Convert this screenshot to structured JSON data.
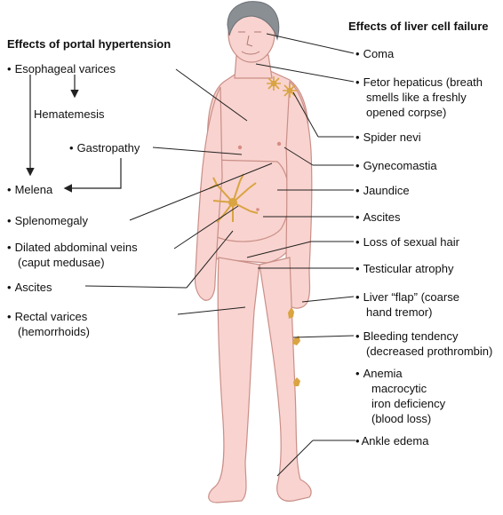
{
  "headers": {
    "left": "Effects of portal hypertension",
    "right": "Effects of liver cell failure"
  },
  "bullet": "•",
  "left_labels": {
    "esophageal": "Esophageal varices",
    "hematemesis": "Hematemesis",
    "gastropathy": "Gastropathy",
    "melena": "Melena",
    "splenomegaly": "Splenomegaly",
    "dilated_1": "Dilated abdominal veins",
    "dilated_2": "(caput medusae)",
    "ascites": "Ascites",
    "rectal_1": "Rectal varices",
    "rectal_2": "(hemorrhoids)"
  },
  "right_labels": {
    "coma": "Coma",
    "fetor_1": "Fetor hepaticus (breath",
    "fetor_2": "smells like a freshly",
    "fetor_3": "opened corpse)",
    "spider": "Spider nevi",
    "gyneco": "Gynecomastia",
    "jaundice": "Jaundice",
    "ascites": "Ascites",
    "hair": "Loss of sexual hair",
    "testicular": "Testicular atrophy",
    "flap_1": "Liver “flap” (coarse",
    "flap_2": "hand tremor)",
    "bleeding_1": "Bleeding tendency",
    "bleeding_2": "(decreased prothrombin)",
    "anemia_1": "Anemia",
    "anemia_2": "macrocytic",
    "anemia_3": "iron deficiency",
    "anemia_4": "(blood loss)",
    "ankle": "Ankle edema"
  },
  "colors": {
    "skin": "#f9d3cf",
    "skin_outline": "#c98f88",
    "hair": "#8a8f94",
    "lesion": "#d9a441",
    "line": "#222222"
  }
}
